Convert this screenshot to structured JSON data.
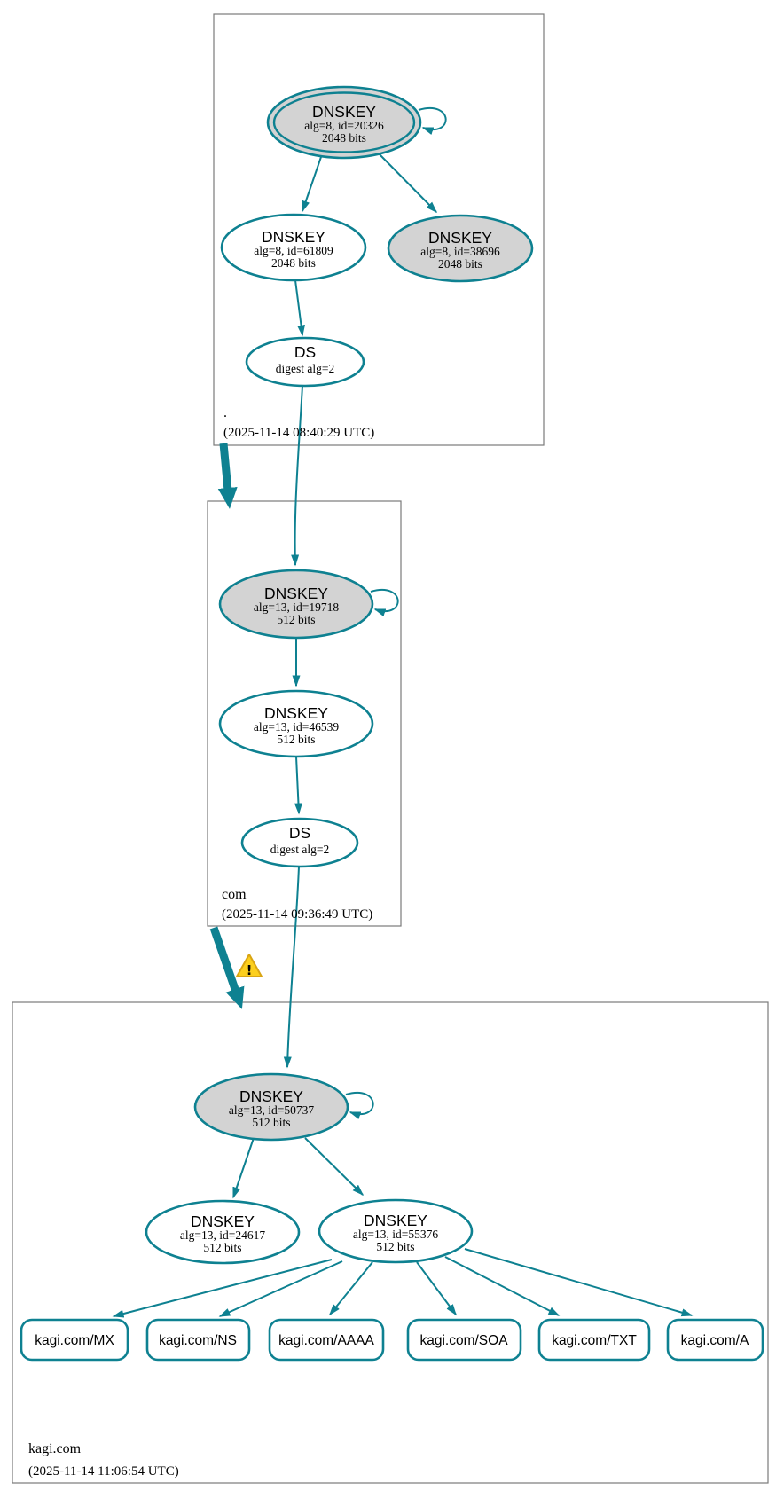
{
  "colors": {
    "edge_teal": "#0e8191",
    "ksk_fill_gray": "#d3d3d3",
    "node_fill_white": "#ffffff",
    "zone_box_border": "#7a7a7a",
    "warning_fill": "#fccf1e",
    "warning_border": "#d9a514"
  },
  "warning_icon": "!",
  "zones": [
    {
      "name": ".",
      "timestamp": "(2025-11-14 08:40:29 UTC)",
      "nodes": {
        "ksk": {
          "type": "DNSKEY",
          "detail": "alg=8, id=20326",
          "bits": "2048 bits"
        },
        "zsk": {
          "type": "DNSKEY",
          "detail": "alg=8, id=61809",
          "bits": "2048 bits"
        },
        "key3": {
          "type": "DNSKEY",
          "detail": "alg=8, id=38696",
          "bits": "2048 bits"
        },
        "ds": {
          "type": "DS",
          "detail": "digest alg=2"
        }
      }
    },
    {
      "name": "com",
      "timestamp": "(2025-11-14 09:36:49 UTC)",
      "nodes": {
        "ksk": {
          "type": "DNSKEY",
          "detail": "alg=13, id=19718",
          "bits": "512 bits"
        },
        "zsk": {
          "type": "DNSKEY",
          "detail": "alg=13, id=46539",
          "bits": "512 bits"
        },
        "ds": {
          "type": "DS",
          "detail": "digest alg=2"
        }
      }
    },
    {
      "name": "kagi.com",
      "timestamp": "(2025-11-14 11:06:54 UTC)",
      "nodes": {
        "ksk": {
          "type": "DNSKEY",
          "detail": "alg=13, id=50737",
          "bits": "512 bits"
        },
        "key2": {
          "type": "DNSKEY",
          "detail": "alg=13, id=24617",
          "bits": "512 bits"
        },
        "zsk": {
          "type": "DNSKEY",
          "detail": "alg=13, id=55376",
          "bits": "512 bits"
        }
      },
      "rrsets": [
        "kagi.com/MX",
        "kagi.com/NS",
        "kagi.com/AAAA",
        "kagi.com/SOA",
        "kagi.com/TXT",
        "kagi.com/A"
      ]
    }
  ]
}
